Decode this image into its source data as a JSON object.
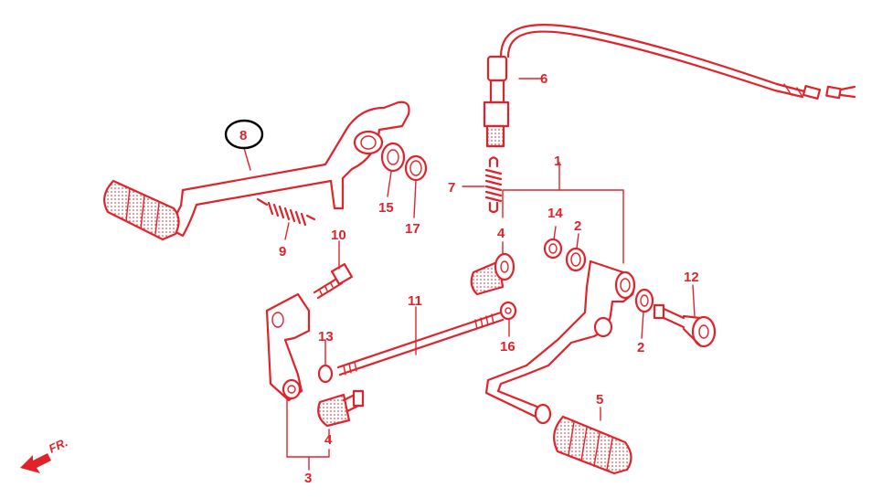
{
  "callouts": {
    "c1": "1",
    "c2a": "2",
    "c2b": "2",
    "c3": "3",
    "c4a": "4",
    "c4b": "4",
    "c5": "5",
    "c6": "6",
    "c7": "7",
    "c8": "8",
    "c9": "9",
    "c10": "10",
    "c11": "11",
    "c12": "12",
    "c13": "13",
    "c14": "14",
    "c15": "15",
    "c16": "16",
    "c17": "17"
  },
  "front_indicator": "FR.",
  "highlighted_part": "8",
  "colors": {
    "line": "#e0232b",
    "highlight": "#000000",
    "background": "#ffffff"
  }
}
